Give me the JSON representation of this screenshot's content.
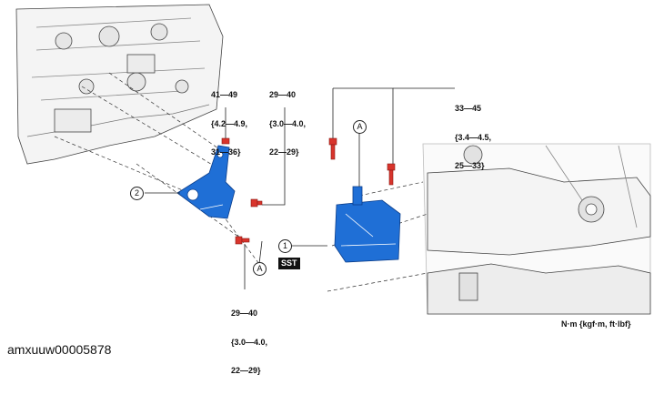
{
  "torque_specs": {
    "spec_top_left": [
      "41—49",
      "{4.2—4.9,",
      "31—36}"
    ],
    "spec_top_mid": [
      "29—40",
      "{3.0—4.0,",
      "22—29}"
    ],
    "spec_top_right": [
      "33—45",
      "{3.4—4.5,",
      "25—33}"
    ],
    "spec_bottom": [
      "29—40",
      "{3.0—4.0,",
      "22—29}"
    ]
  },
  "callouts": {
    "part_1": "1",
    "part_2": "2",
    "view_a_top": "A",
    "view_a_bottom": "A"
  },
  "tool_label": "SST",
  "units": "N·m {kgf·m, ft·lbf}",
  "figure_id": "amxuuw00005878",
  "colors": {
    "mount_blue": "#1f6fd6",
    "bolt_red": "#d8342c",
    "line": "#333333"
  }
}
